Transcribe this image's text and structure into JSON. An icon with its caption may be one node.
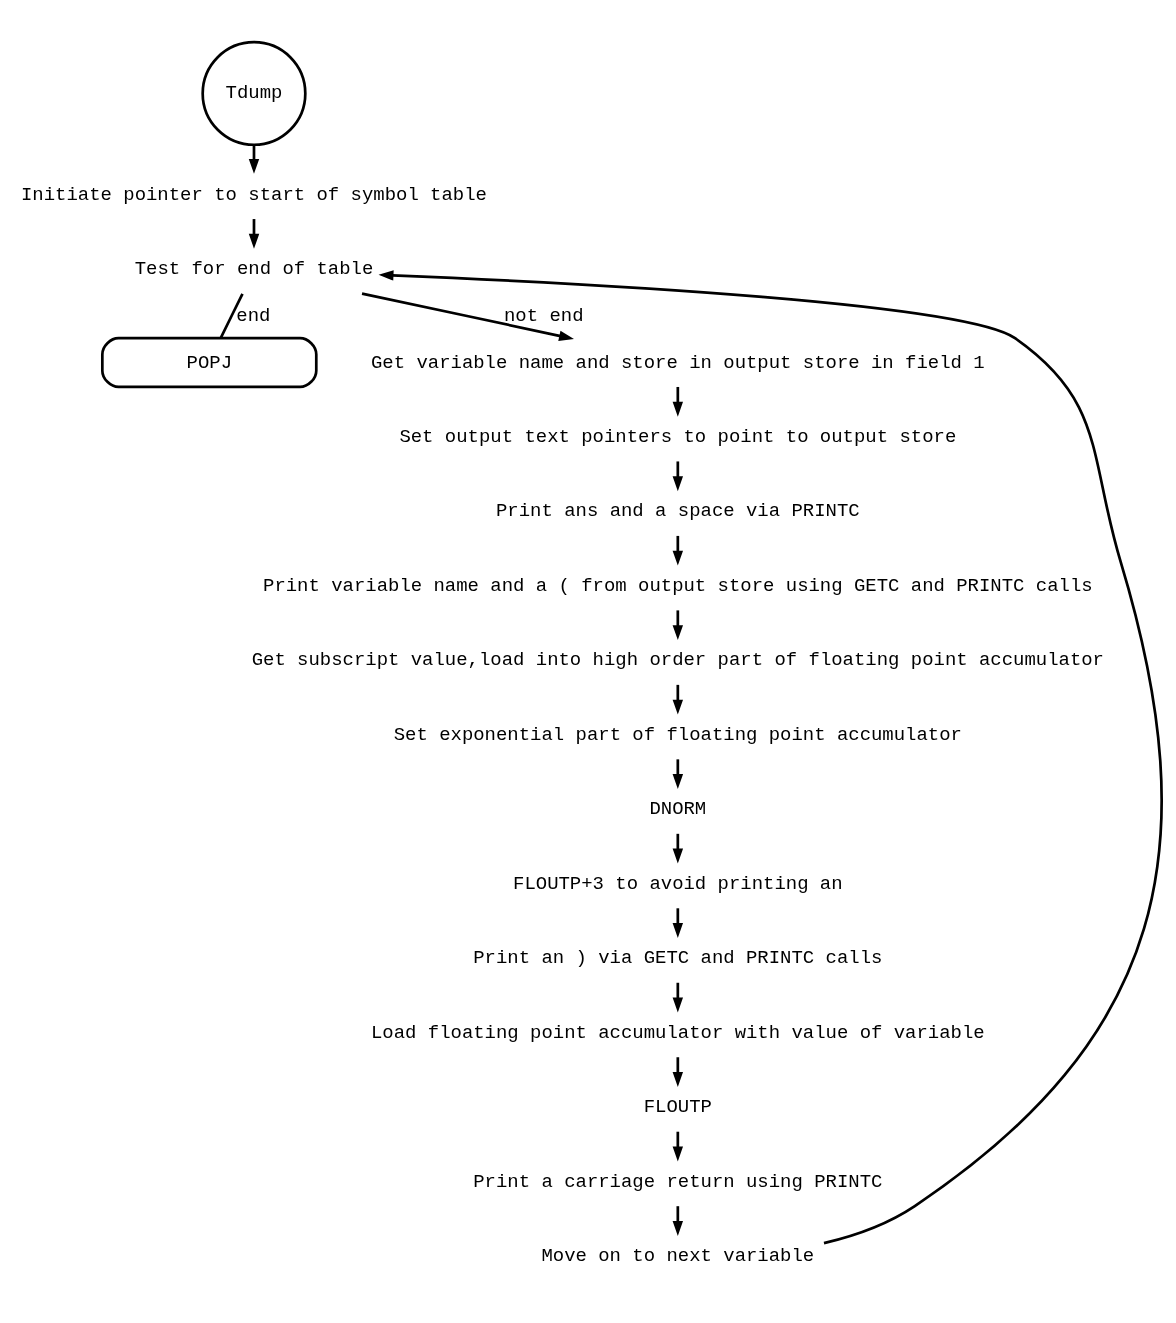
{
  "diagram": {
    "nodes": [
      {
        "text": [
          "Tdump"
        ]
      },
      {
        "text": [
          "Initiate pointer to start of symbol table"
        ]
      },
      {
        "text": [
          "Test for end of table"
        ]
      },
      {
        "text": [
          "POPJ"
        ]
      },
      {
        "text": [
          "Get variable name and store in output store in field 1"
        ]
      },
      {
        "text": [
          "Set output text pointers to point to output store"
        ]
      },
      {
        "text": [
          "Print ans and a space via PRINTC"
        ]
      },
      {
        "text": [
          "Print variable name and a ( from output store using GETC and PRINTC calls"
        ]
      },
      {
        "text": [
          "Get subscript value,load into high order part of floating point accumulator"
        ]
      },
      {
        "text": [
          "Set exponential part of floating point accumulator"
        ]
      },
      {
        "text": [
          "DNORM"
        ]
      },
      {
        "text": [
          "FLOUTP+3 to avoid printing an"
        ]
      },
      {
        "text": [
          "Print an ) via GETC and PRINTC calls"
        ]
      },
      {
        "text": [
          "Load floating point accumulator with value of variable"
        ]
      },
      {
        "text": [
          "FLOUTP"
        ]
      },
      {
        "text": [
          "Print a carriage return using PRINTC"
        ]
      },
      {
        "text": [
          "Move on to next variable"
        ]
      }
    ],
    "edges": [
      {
        "from": 0,
        "to": 1,
        "arrow": "to"
      },
      {
        "from": 1,
        "to": 2,
        "arrow": "to"
      },
      {
        "from": 2,
        "to": 3,
        "arrow": "none",
        "label": "end"
      },
      {
        "from": 2,
        "to": 4,
        "arrow": "to",
        "label": "not end"
      },
      {
        "from": 4,
        "to": 5,
        "arrow": "to"
      },
      {
        "from": 5,
        "to": 6,
        "arrow": "to"
      },
      {
        "from": 6,
        "to": 7,
        "arrow": "to"
      },
      {
        "from": 7,
        "to": 8,
        "arrow": "to"
      },
      {
        "from": 8,
        "to": 9,
        "arrow": "to"
      },
      {
        "from": 9,
        "to": 10,
        "arrow": "to"
      },
      {
        "from": 10,
        "to": 11,
        "arrow": "to"
      },
      {
        "from": 11,
        "to": 12,
        "arrow": "to"
      },
      {
        "from": 12,
        "to": 13,
        "arrow": "to"
      },
      {
        "from": 13,
        "to": 14,
        "arrow": "to"
      },
      {
        "from": 14,
        "to": 15,
        "arrow": "to"
      },
      {
        "from": 15,
        "to": 16,
        "arrow": "to"
      },
      {
        "from": 16,
        "to": 2,
        "arrow": "to"
      }
    ]
  }
}
